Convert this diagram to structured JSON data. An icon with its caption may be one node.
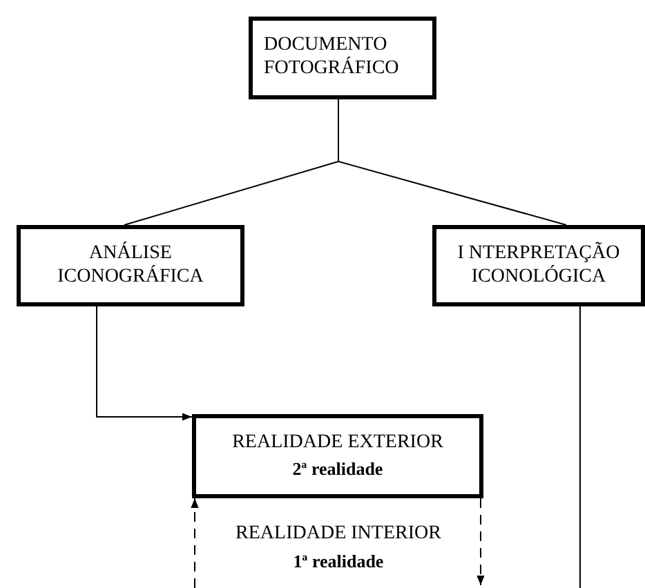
{
  "diagram": {
    "nodes": [
      {
        "text": [
          "DOCUMENTO FOTOGRÁFICO"
        ]
      },
      {
        "text": [
          "ANÁLISE ICONOGRÁFICA"
        ]
      },
      {
        "text": [
          "I NTERPRETAÇÃO ICONOLÓGICA"
        ]
      },
      {
        "text": [
          "REALIDADE EXTERIOR",
          "2ª realidade"
        ]
      }
    ],
    "edges": [
      {
        "from": 0,
        "to": 1,
        "arrow": "none"
      },
      {
        "from": 0,
        "to": 2,
        "arrow": "none"
      },
      {
        "from": 1,
        "to": 3,
        "arrow": "to"
      },
      {
        "from": 2,
        "to": null,
        "arrow": "none"
      },
      {
        "from": null,
        "to": 3,
        "arrow": "to",
        "style": "dashed"
      },
      {
        "from": 3,
        "to": null,
        "arrow": "to",
        "style": "dashed"
      }
    ],
    "labels": [
      "REALIDADE INTERIOR",
      "1ª realidade"
    ]
  }
}
